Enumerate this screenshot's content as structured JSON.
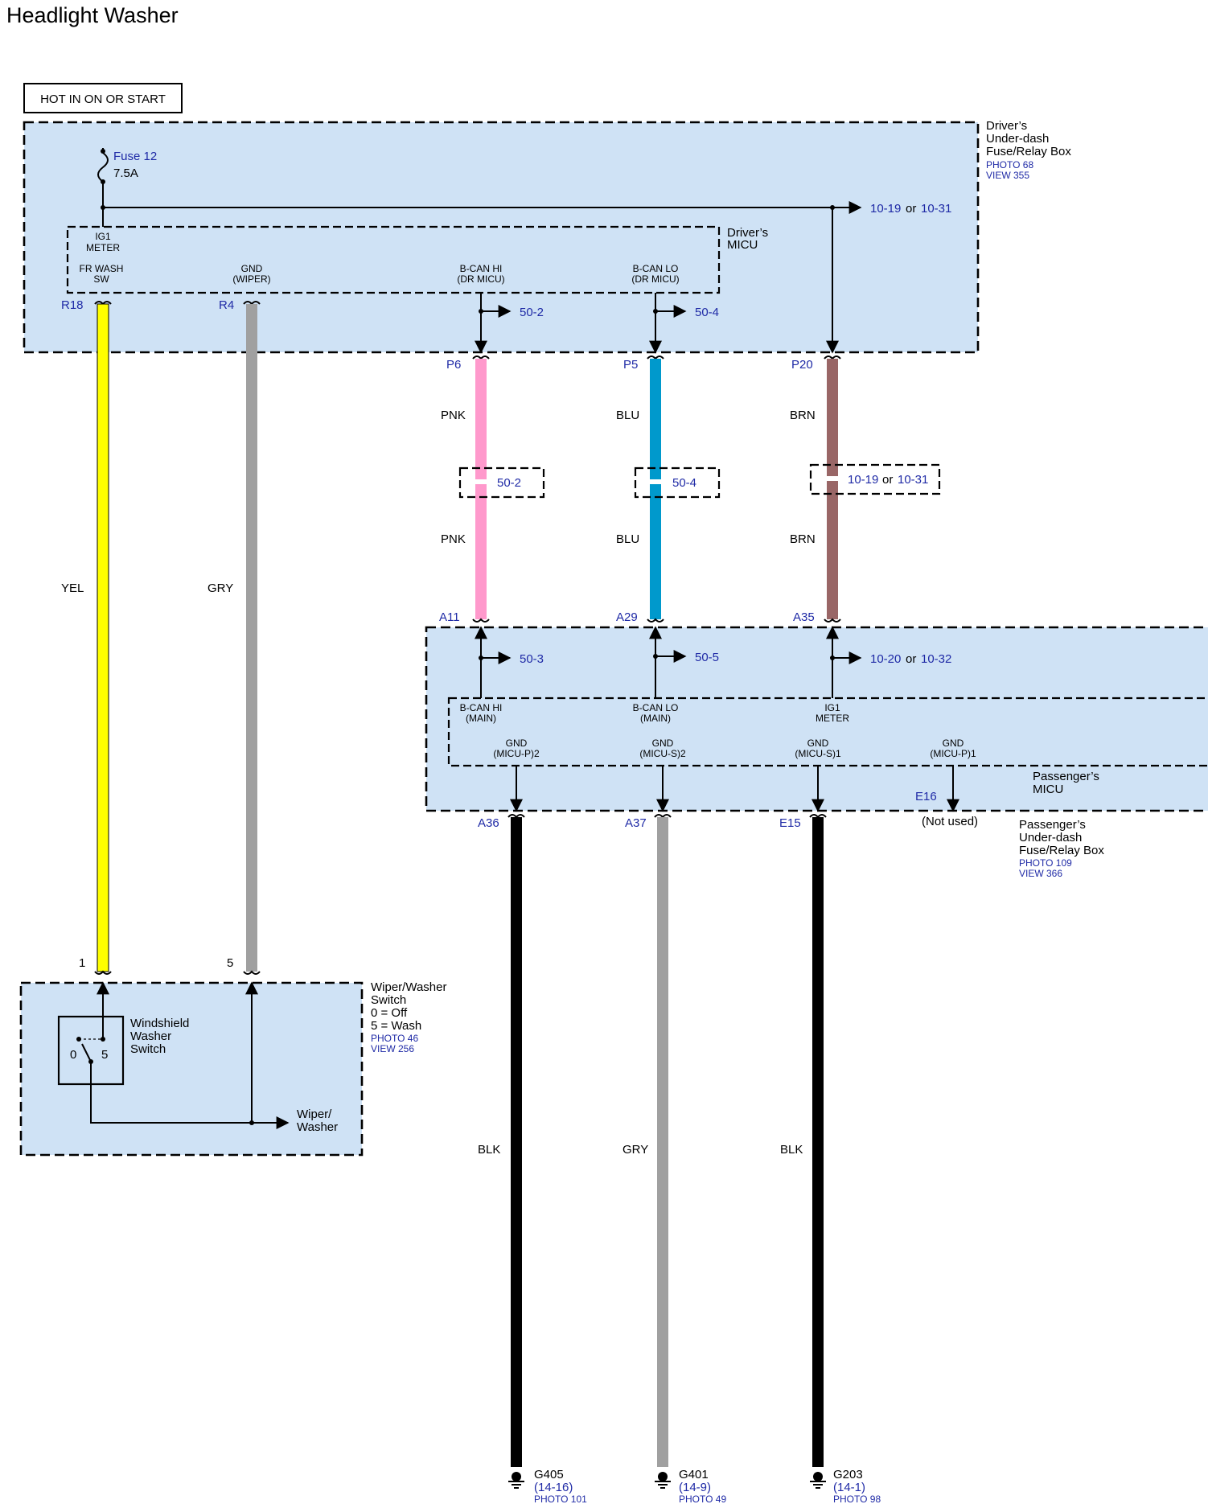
{
  "title": "Headlight Washer",
  "hot_label": "HOT IN ON OR START",
  "drivers_box": {
    "name_lines": [
      "Driver’s",
      "Under-dash",
      "Fuse/Relay Box"
    ],
    "photo": "PHOTO 68",
    "view": "VIEW 355",
    "fuse_name": "Fuse 12",
    "fuse_rating": "7.5A",
    "ref_a": "10-19",
    "ref_or": "or",
    "ref_b": "10-31"
  },
  "drivers_micu": {
    "name_lines": [
      "Driver’s",
      "MICU"
    ],
    "ig1_lines": [
      "IG1",
      "METER"
    ],
    "pins": [
      {
        "id": "frwash",
        "label_lines": [
          "FR WASH",
          "SW"
        ],
        "terminal": "R18"
      },
      {
        "id": "gndwiper",
        "label_lines": [
          "GND",
          "(WIPER)"
        ],
        "terminal": "R4"
      },
      {
        "id": "bcanhi",
        "label_lines": [
          "B-CAN HI",
          "(DR MICU)"
        ],
        "ref": "50-2"
      },
      {
        "id": "bcanlo",
        "label_lines": [
          "B-CAN LO",
          "(DR MICU)"
        ],
        "ref": "50-4"
      }
    ]
  },
  "wires": [
    {
      "id": "yel",
      "color_code": "YEL",
      "color": "#ffff00"
    },
    {
      "id": "gry",
      "color_code": "GRY",
      "color": "#a0a0a0"
    },
    {
      "id": "pnk",
      "top": "P6",
      "bottom": "A11",
      "color_code": "PNK",
      "color": "#ff99cc",
      "splice_ref": "50-2"
    },
    {
      "id": "blu",
      "top": "P5",
      "bottom": "A29",
      "color_code": "BLU",
      "color": "#0099cc",
      "splice_ref": "50-4"
    },
    {
      "id": "brn",
      "top": "P20",
      "bottom": "A35",
      "color_code": "BRN",
      "color": "#996666",
      "splice_ref_a": "10-19",
      "splice_or": "or",
      "splice_ref_b": "10-31"
    }
  ],
  "passengers_box": {
    "name_lines": [
      "Passenger’s",
      "Under-dash",
      "Fuse/Relay Box"
    ],
    "photo": "PHOTO 109",
    "view": "VIEW 366",
    "refs": [
      {
        "id": "a11",
        "ref": "50-3"
      },
      {
        "id": "a29",
        "ref": "50-5"
      },
      {
        "id": "a35",
        "ref_a": "10-20",
        "or": "or",
        "ref_b": "10-32"
      }
    ]
  },
  "passengers_micu": {
    "name_lines": [
      "Passenger’s",
      "MICU"
    ],
    "top_pins": [
      {
        "id": "bcanhi",
        "label_lines": [
          "B-CAN HI",
          "(MAIN)"
        ]
      },
      {
        "id": "bcanlo",
        "label_lines": [
          "B-CAN LO",
          "(MAIN)"
        ]
      },
      {
        "id": "ig1",
        "label_lines": [
          "IG1",
          "METER"
        ]
      }
    ],
    "gnd_pins": [
      {
        "id": "gndp2",
        "label_lines": [
          "GND",
          "(MICU-P)2"
        ],
        "terminal": "A36",
        "wire_color_code": "BLK",
        "wire_color": "#000000",
        "ground": "G405",
        "ground_ref": "(14-16)",
        "photo": "PHOTO 101"
      },
      {
        "id": "gnds2",
        "label_lines": [
          "GND",
          "(MICU-S)2"
        ],
        "terminal": "A37",
        "wire_color_code": "GRY",
        "wire_color": "#a0a0a0",
        "ground": "G401",
        "ground_ref": "(14-9)",
        "photo": "PHOTO 49"
      },
      {
        "id": "gnds1",
        "label_lines": [
          "GND",
          "(MICU-S)1"
        ],
        "terminal": "E15",
        "wire_color_code": "BLK",
        "wire_color": "#000000",
        "ground": "G203",
        "ground_ref": "(14-1)",
        "photo": "PHOTO 98"
      },
      {
        "id": "gndp1",
        "label_lines": [
          "GND",
          "(MICU-P)1"
        ],
        "terminal": "E16",
        "note": "(Not used)"
      }
    ]
  },
  "wiper_switch": {
    "name_lines": [
      "Wiper/Washer",
      "Switch",
      "0 = Off",
      "5 = Wash"
    ],
    "photo": "PHOTO 46",
    "view": "VIEW 256",
    "pin_1": "1",
    "pin_5": "5",
    "washer_switch_lines": [
      "Windshield",
      "Washer",
      "Switch"
    ],
    "pos_0": "0",
    "pos_5": "5",
    "wiper_lines": [
      "Wiper/",
      "Washer"
    ]
  }
}
